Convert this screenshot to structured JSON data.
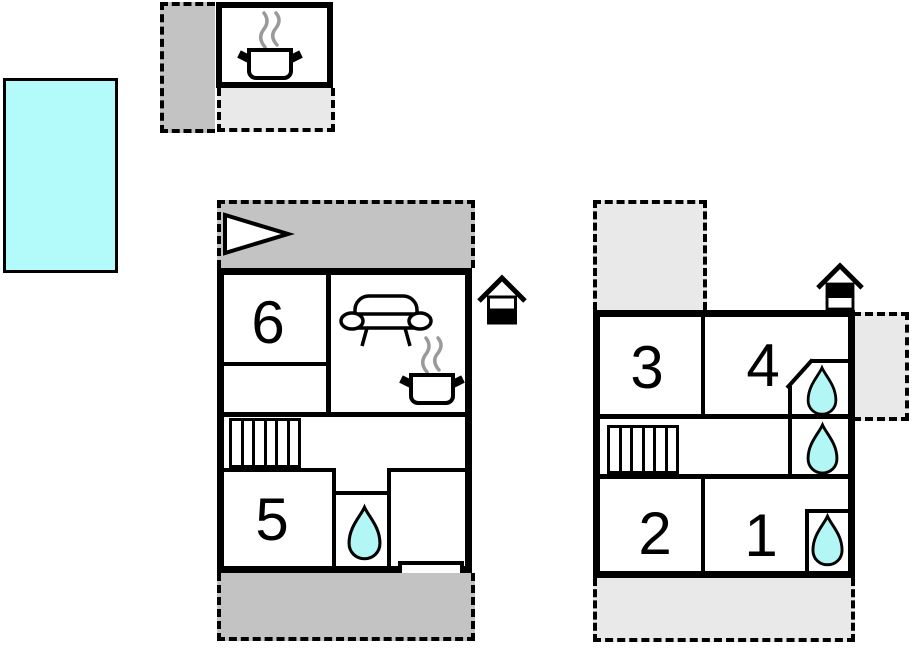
{
  "page": {
    "type": "holiday-home-floor-plan",
    "background": "#ffffff"
  },
  "colors": {
    "pool_fill": "#b3fbfb",
    "water_drop_fill": "#b3f6f6",
    "terrace_dark": "#c3c3c3",
    "terrace_light": "#e9e9e9",
    "wall": "#000000",
    "steam": "#9a9a9a"
  },
  "pool": {
    "name": "swimming-pool"
  },
  "outbuilding": {
    "name": "grill-house",
    "icon": "stove-icon"
  },
  "ground_floor": {
    "name": "ground-floor-plan",
    "level_indicator": "ground-floor",
    "direction_icon": "direction-arrow",
    "rooms": {
      "room6": {
        "label": "6"
      },
      "room5": {
        "label": "5"
      }
    },
    "features": [
      "sofa-icon",
      "stove-icon",
      "stairs",
      "water-drop-icon",
      "entrance-step"
    ]
  },
  "upper_floor": {
    "name": "upper-floor-plan",
    "level_indicator": "upper-floor",
    "rooms": {
      "room3": {
        "label": "3"
      },
      "room4": {
        "label": "4"
      },
      "room2": {
        "label": "2"
      },
      "room1": {
        "label": "1"
      }
    },
    "features": [
      "stairs",
      "water-drop-icon",
      "water-drop-icon",
      "water-drop-icon"
    ]
  }
}
